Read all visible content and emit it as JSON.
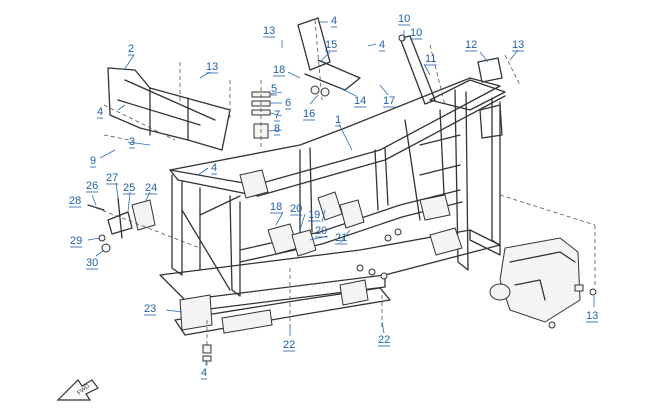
{
  "diagram": {
    "line_color": "#333333",
    "callout_color": "#1f5fa8",
    "front_arrow_label": "FWD",
    "callouts": [
      {
        "id": "c-4a",
        "label": "4"
      },
      {
        "id": "c-10a",
        "label": "10"
      },
      {
        "id": "c-10b",
        "label": "10"
      },
      {
        "id": "c-13a",
        "label": "13"
      },
      {
        "id": "c-15",
        "label": "15"
      },
      {
        "id": "c-4b",
        "label": "4"
      },
      {
        "id": "c-2",
        "label": "2"
      },
      {
        "id": "c-13b",
        "label": "13"
      },
      {
        "id": "c-18a",
        "label": "18"
      },
      {
        "id": "c-11",
        "label": "11"
      },
      {
        "id": "c-12",
        "label": "12"
      },
      {
        "id": "c-13c",
        "label": "13"
      },
      {
        "id": "c-5",
        "label": "5"
      },
      {
        "id": "c-6",
        "label": "6"
      },
      {
        "id": "c-14",
        "label": "14"
      },
      {
        "id": "c-17",
        "label": "17"
      },
      {
        "id": "c-4c",
        "label": "4"
      },
      {
        "id": "c-16",
        "label": "16"
      },
      {
        "id": "c-7",
        "label": "7"
      },
      {
        "id": "c-8",
        "label": "8"
      },
      {
        "id": "c-1",
        "label": "1"
      },
      {
        "id": "c-3",
        "label": "3"
      },
      {
        "id": "c-9",
        "label": "9"
      },
      {
        "id": "c-4d",
        "label": "4"
      },
      {
        "id": "c-26",
        "label": "26"
      },
      {
        "id": "c-27",
        "label": "27"
      },
      {
        "id": "c-25",
        "label": "25"
      },
      {
        "id": "c-24",
        "label": "24"
      },
      {
        "id": "c-28",
        "label": "28"
      },
      {
        "id": "c-18b",
        "label": "18"
      },
      {
        "id": "c-20a",
        "label": "20"
      },
      {
        "id": "c-19",
        "label": "19"
      },
      {
        "id": "c-20b",
        "label": "20"
      },
      {
        "id": "c-21",
        "label": "21"
      },
      {
        "id": "c-29",
        "label": "29"
      },
      {
        "id": "c-30",
        "label": "30"
      },
      {
        "id": "c-23",
        "label": "23"
      },
      {
        "id": "c-22a",
        "label": "22"
      },
      {
        "id": "c-22b",
        "label": "22"
      },
      {
        "id": "c-13d",
        "label": "13"
      },
      {
        "id": "c-4e",
        "label": "4"
      }
    ]
  }
}
